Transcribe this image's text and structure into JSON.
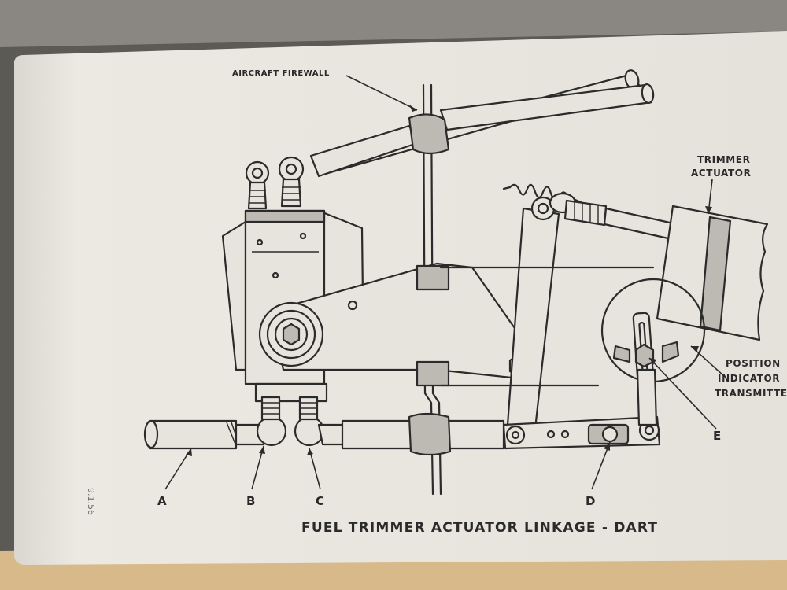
{
  "labels": {
    "aircraft_firewall": "AIRCRAFT FIREWALL",
    "trimmer_actuator_line1": "TRIMMER",
    "trimmer_actuator_line2": "ACTUATOR",
    "position_indicator_line1": "POSITION",
    "position_indicator_line2": "INDICATOR",
    "position_indicator_line3": "TRANSMITTE",
    "a": "A",
    "b": "B",
    "c": "C",
    "d": "D",
    "e": "E"
  },
  "caption": "FUEL TRIMMER ACTUATOR LINKAGE - DART",
  "margin_text": "9.1.56",
  "colors": {
    "paper": "#e9e7df",
    "ink": "#2b2b2b",
    "background": "#5c5a55"
  }
}
